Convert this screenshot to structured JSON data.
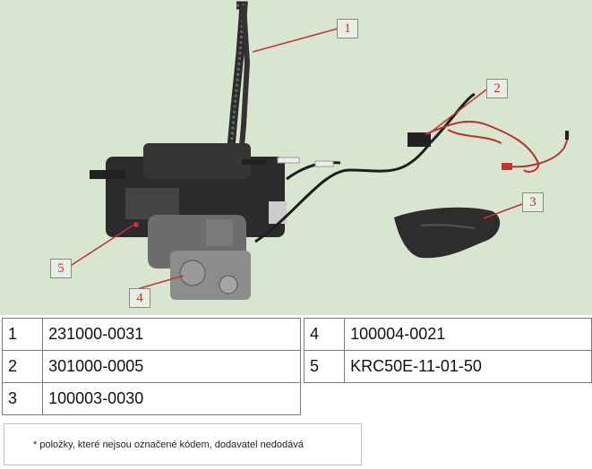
{
  "callouts": [
    {
      "label": "1"
    },
    {
      "label": "2"
    },
    {
      "label": "3"
    },
    {
      "label": "4"
    },
    {
      "label": "5"
    }
  ],
  "parts_left": [
    {
      "num": "1",
      "code": "231000-0031"
    },
    {
      "num": "2",
      "code": "301000-0005"
    },
    {
      "num": "3",
      "code": "100003-0030"
    }
  ],
  "parts_right": [
    {
      "num": "4",
      "code": "100004-0021"
    },
    {
      "num": "5",
      "code": "KRC50E-11-01-50"
    }
  ],
  "note": "* položky, které nejsou označené kódem, dodavatel nedodává",
  "colors": {
    "figure_bg": "#d8e6cf",
    "callout_text": "#c0352f",
    "leader": "#c0352f"
  }
}
